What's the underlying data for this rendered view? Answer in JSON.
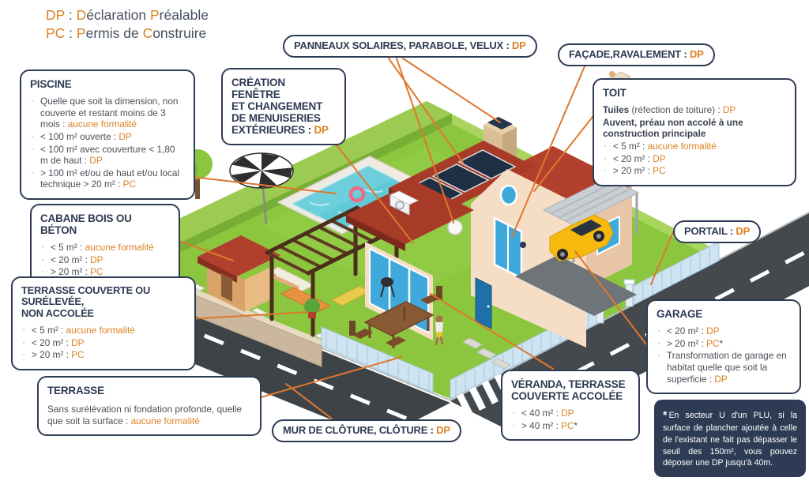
{
  "colors": {
    "accent": "#DB8224",
    "navy": "#2E3B54",
    "leader_line": "#E0772E",
    "lawn": "#8CC63F",
    "roof": "#A83A28",
    "pool_water": "#5FC9D6",
    "fence": "#CFE4F1",
    "road": "#44494D"
  },
  "legend": {
    "lines": [
      {
        "parts": [
          {
            "t": "DP",
            "c": "accent"
          },
          {
            "t": " : "
          },
          {
            "t": "D",
            "c": "accent"
          },
          {
            "t": "éclaration "
          },
          {
            "t": "P",
            "c": "accent"
          },
          {
            "t": "réalable"
          }
        ]
      },
      {
        "parts": [
          {
            "t": "PC",
            "c": "accent"
          },
          {
            "t": " : "
          },
          {
            "t": "P",
            "c": "accent"
          },
          {
            "t": "ermis de "
          },
          {
            "t": "C",
            "c": "accent"
          },
          {
            "t": "onstruire"
          }
        ]
      }
    ]
  },
  "boxes": [
    {
      "id": "piscine",
      "title": [
        {
          "t": "PISCINE"
        }
      ],
      "items": [
        {
          "b": true,
          "parts": [
            {
              "t": "Quelle que soit la dimension, non couverte et restant moins de 3 mois : "
            },
            {
              "t": "aucune formalité",
              "c": "accent"
            }
          ]
        },
        {
          "b": true,
          "parts": [
            {
              "t": "< 100 m² ouverte : "
            },
            {
              "t": "DP",
              "c": "accent"
            }
          ]
        },
        {
          "b": true,
          "parts": [
            {
              "t": "< 100 m² avec couverture < 1,80 m de haut : "
            },
            {
              "t": "DP",
              "c": "accent"
            }
          ]
        },
        {
          "b": true,
          "parts": [
            {
              "t": "> 100 m² et/ou de haut et/ou local technique > 20 m² : "
            },
            {
              "t": "PC",
              "c": "accent"
            }
          ]
        }
      ]
    },
    {
      "id": "creation",
      "title": [
        {
          "t": "CRÉATION FENÊTRE"
        },
        {
          "br": true
        },
        {
          "t": "ET CHANGEMENT"
        },
        {
          "br": true
        },
        {
          "t": "DE MENUISERIES"
        },
        {
          "br": true
        },
        {
          "t": "EXTÉRIEURES : "
        },
        {
          "t": "DP",
          "c": "accent"
        }
      ]
    },
    {
      "id": "panneaux",
      "title": [
        {
          "t": "PANNEAUX SOLAIRES, PARABOLE, VELUX : "
        },
        {
          "t": "DP",
          "c": "accent"
        }
      ]
    },
    {
      "id": "facade",
      "title": [
        {
          "t": "FAÇADE,RAVALEMENT : "
        },
        {
          "t": "DP",
          "c": "accent"
        }
      ]
    },
    {
      "id": "toit",
      "title": [
        {
          "t": "TOIT"
        }
      ],
      "items": [
        {
          "b": false,
          "parts": [
            {
              "t": "Tuiles",
              "bold": true
            },
            {
              "t": " (réfection de toiture) : "
            },
            {
              "t": "DP",
              "c": "accent"
            }
          ]
        },
        {
          "b": false,
          "parts": [
            {
              "t": "Auvent, préau non accolé à une construction principale",
              "bold": true
            }
          ]
        },
        {
          "b": true,
          "parts": [
            {
              "t": "< 5 m² : "
            },
            {
              "t": "aucune formalité",
              "c": "accent"
            }
          ]
        },
        {
          "b": true,
          "parts": [
            {
              "t": "< 20 m² : "
            },
            {
              "t": "DP",
              "c": "accent"
            }
          ]
        },
        {
          "b": true,
          "parts": [
            {
              "t": "> 20 m² : "
            },
            {
              "t": "PC",
              "c": "accent"
            }
          ]
        }
      ]
    },
    {
      "id": "cabane",
      "title": [
        {
          "t": "CABANE BOIS OU BÉTON"
        }
      ],
      "items": [
        {
          "b": true,
          "parts": [
            {
              "t": "< 5 m² : "
            },
            {
              "t": "aucune formalité",
              "c": "accent"
            }
          ]
        },
        {
          "b": true,
          "parts": [
            {
              "t": "< 20 m² : "
            },
            {
              "t": "DP",
              "c": "accent"
            }
          ]
        },
        {
          "b": true,
          "parts": [
            {
              "t": "> 20 m² : "
            },
            {
              "t": "PC",
              "c": "accent"
            }
          ]
        }
      ]
    },
    {
      "id": "portail",
      "title": [
        {
          "t": "PORTAIL : "
        },
        {
          "t": "DP",
          "c": "accent"
        }
      ]
    },
    {
      "id": "terrassecouverte",
      "title": [
        {
          "t": "TERRASSE COUVERTE OU SURÉLEVÉE,"
        },
        {
          "br": true
        },
        {
          "t": "NON ACCOLÉE"
        }
      ],
      "items": [
        {
          "b": true,
          "parts": [
            {
              "t": "< 5 m² : "
            },
            {
              "t": "aucune formalité",
              "c": "accent"
            }
          ]
        },
        {
          "b": true,
          "parts": [
            {
              "t": "< 20 m² : "
            },
            {
              "t": "DP",
              "c": "accent"
            }
          ]
        },
        {
          "b": true,
          "parts": [
            {
              "t": "> 20 m² : "
            },
            {
              "t": "PC",
              "c": "accent"
            }
          ]
        }
      ]
    },
    {
      "id": "garage",
      "title": [
        {
          "t": "GARAGE"
        }
      ],
      "items": [
        {
          "b": true,
          "parts": [
            {
              "t": "< 20 m² : "
            },
            {
              "t": "DP",
              "c": "accent"
            }
          ]
        },
        {
          "b": true,
          "parts": [
            {
              "t": "> 20 m² : "
            },
            {
              "t": "PC",
              "c": "accent"
            },
            {
              "t": "*"
            }
          ]
        },
        {
          "b": true,
          "parts": [
            {
              "t": "Transformation de garage en habitat quelle que soit la superficie : "
            },
            {
              "t": "DP",
              "c": "accent"
            }
          ]
        }
      ]
    },
    {
      "id": "terrasse",
      "title": [
        {
          "t": "TERRASSE"
        }
      ],
      "items": [
        {
          "b": false,
          "parts": [
            {
              "t": "Sans surélévation ni fondation profonde, quelle que soit la surface : "
            },
            {
              "t": "aucune formalité",
              "c": "accent"
            }
          ]
        }
      ]
    },
    {
      "id": "veranda",
      "title": [
        {
          "t": "VÉRANDA, TERRASSE COUVERTE ACCOLÉE"
        }
      ],
      "items": [
        {
          "b": true,
          "parts": [
            {
              "t": "< 40 m² : "
            },
            {
              "t": "DP",
              "c": "accent"
            }
          ]
        },
        {
          "b": true,
          "parts": [
            {
              "t": "> 40 m² : "
            },
            {
              "t": "PC",
              "c": "accent"
            },
            {
              "t": "*"
            }
          ]
        }
      ]
    },
    {
      "id": "mur",
      "title": [
        {
          "t": "MUR DE CLÔTURE, CLÔTURE : "
        },
        {
          "t": "DP",
          "c": "accent"
        }
      ]
    }
  ],
  "footnote": {
    "asterisk": "*",
    "parts": [
      {
        "t": "En secteur U d'un PLU, si la surface de plancher ajoutée à celle de l'existant ne fait pas dépasser le seuil des 150m², vous pouvez déposer une DP jusqu'à 40m."
      }
    ]
  }
}
